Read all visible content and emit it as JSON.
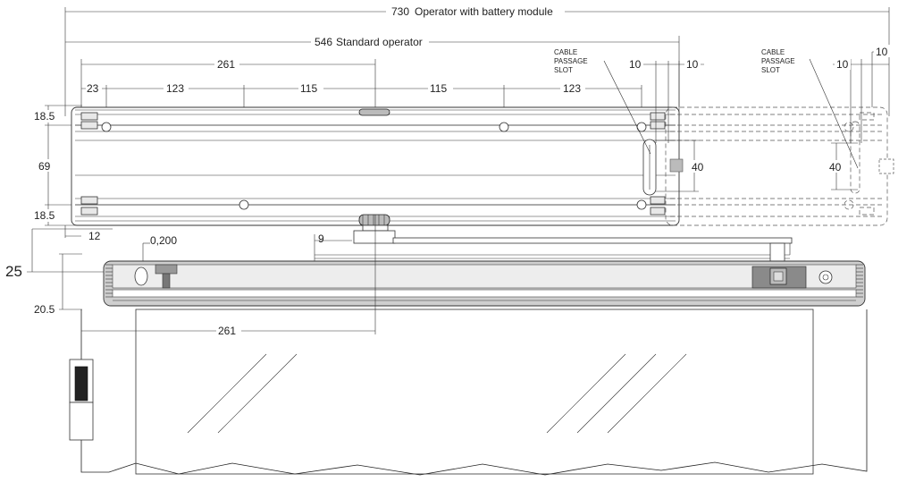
{
  "dimensions": {
    "total_length": "730",
    "total_length_label": "Operator with battery module",
    "standard_length": "546",
    "standard_length_label": "Standard operator",
    "d261_top": "261",
    "d23": "23",
    "d123_a": "123",
    "d115_a": "115",
    "d115_b": "115",
    "d123_b": "123",
    "d18_5_top": "18.5",
    "d69": "69",
    "d18_5_bottom": "18.5",
    "d12": "12",
    "d0_200": "0,200",
    "d9": "9",
    "d25": "25",
    "d20_5": "20.5",
    "d261_bottom": "261",
    "slot_left_w1": "10",
    "slot_left_w2": "10",
    "slot_right_w1": "10",
    "slot_right_w2": "10",
    "slot_left_h": "40",
    "slot_right_h": "40"
  },
  "labels": {
    "cable_slot_left": [
      "CABLE",
      "PASSAGE",
      "SLOT"
    ],
    "cable_slot_right": [
      "CABLE",
      "PASSAGE",
      "SLOT"
    ]
  }
}
